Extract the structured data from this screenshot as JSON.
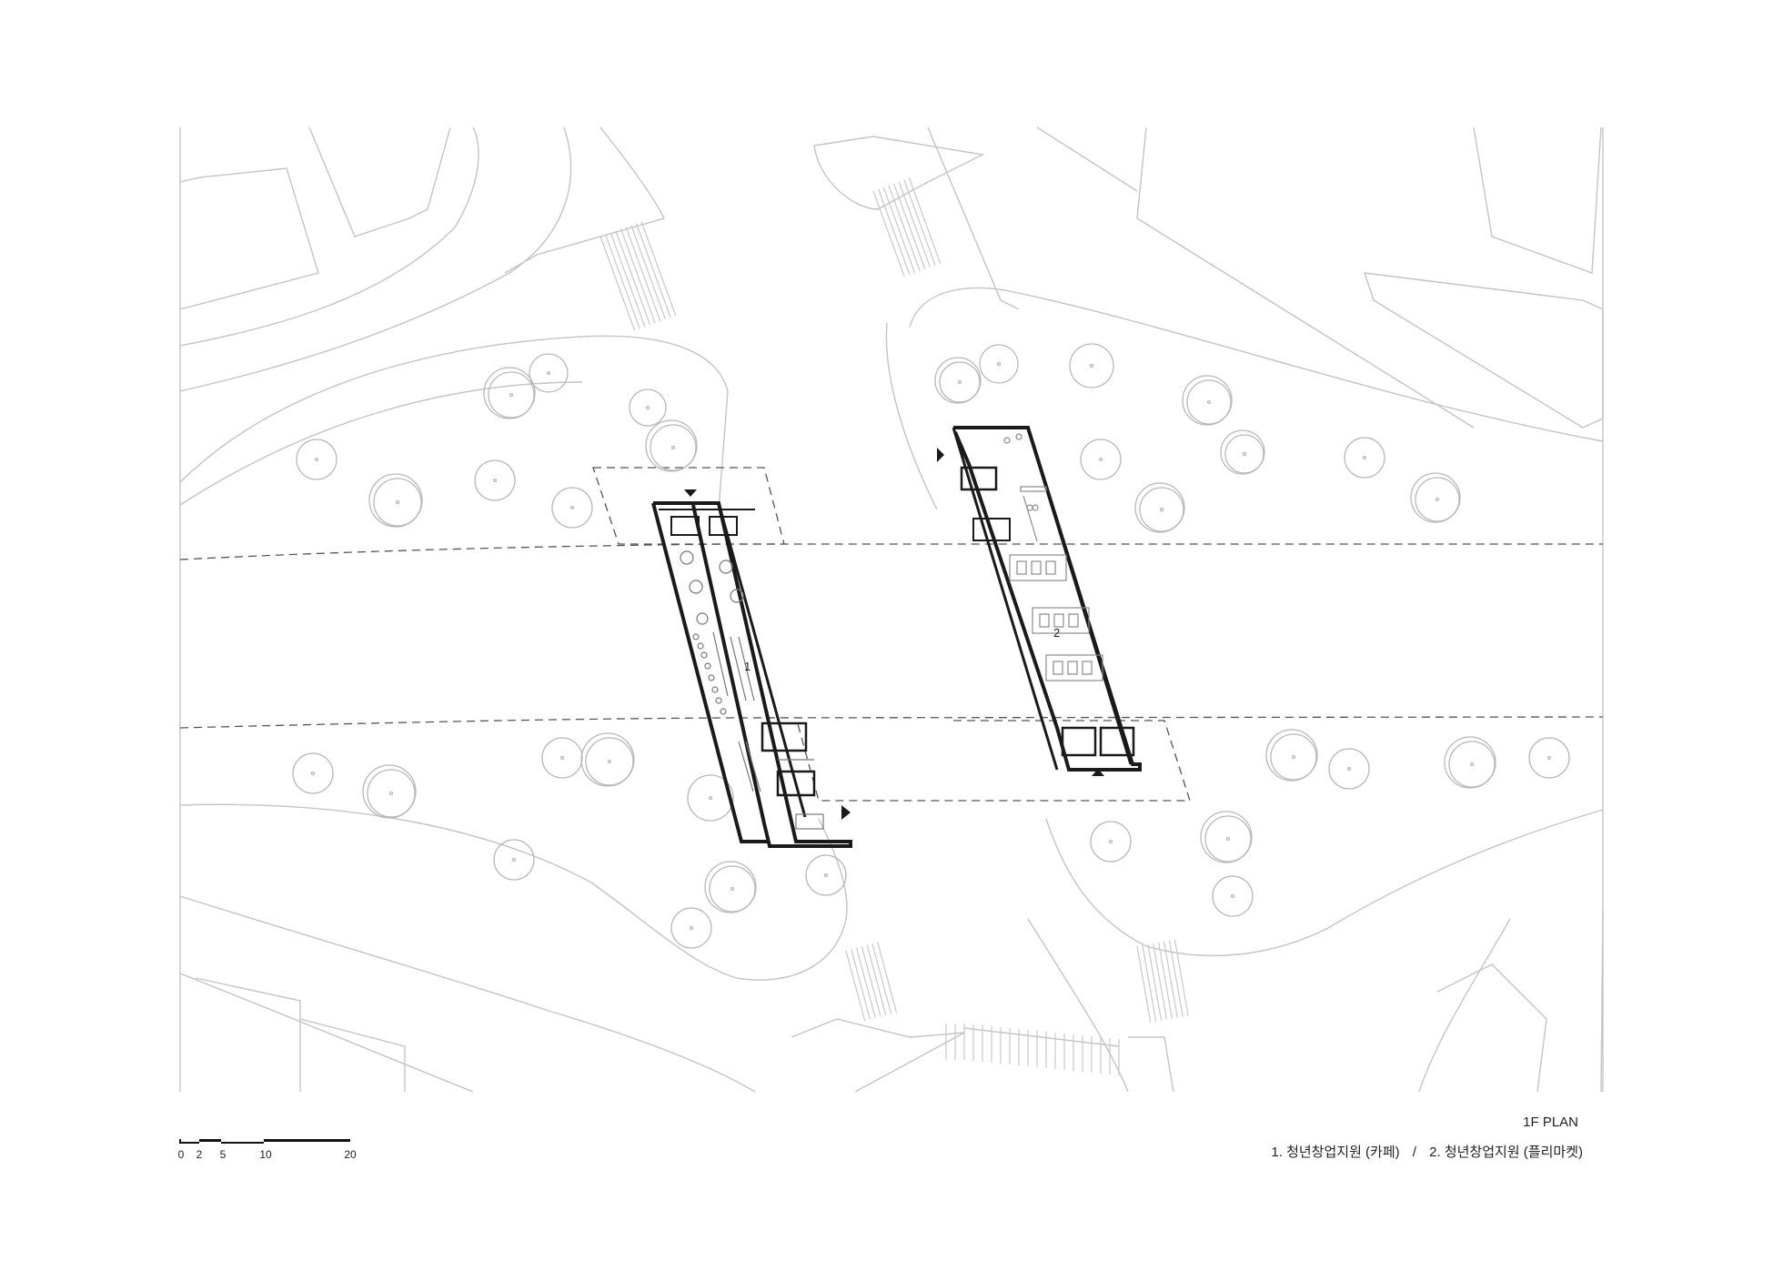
{
  "plan": {
    "title": "1F PLAN",
    "legend": [
      {
        "number": "1.",
        "text": "청년창업지원 (카페)"
      },
      {
        "number": "2.",
        "text": "청년창업지원 (플리마켓)"
      }
    ],
    "separator": "/",
    "building_labels": [
      "1",
      "2"
    ]
  },
  "scale_bar": {
    "ticks": [
      "0",
      "2",
      "5",
      "10",
      "20"
    ]
  },
  "colors": {
    "ground_lines": "#bdbdbd",
    "building": "#1a1a1a",
    "text": "#222222"
  }
}
